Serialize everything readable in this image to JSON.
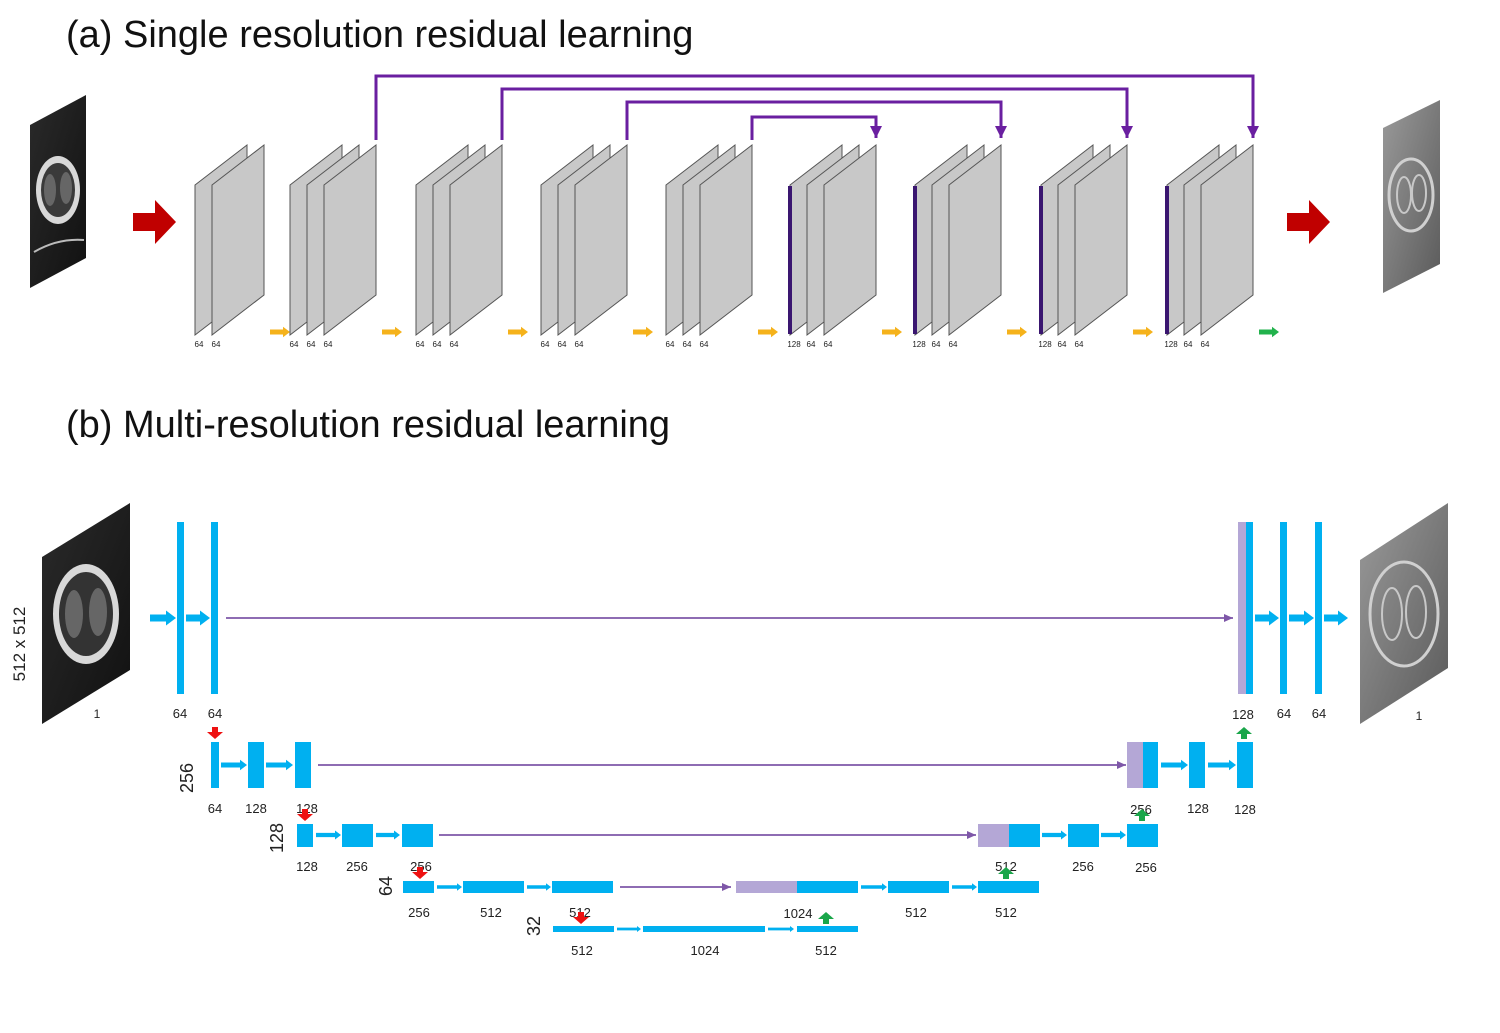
{
  "panel_a": {
    "title": "(a) Single resolution residual learning",
    "layers": [
      {
        "labels": [
          "64",
          "64"
        ]
      },
      {
        "labels": [
          "64",
          "64",
          "64"
        ]
      },
      {
        "labels": [
          "64",
          "64",
          "64"
        ]
      },
      {
        "labels": [
          "64",
          "64",
          "64"
        ]
      },
      {
        "labels": [
          "64",
          "64",
          "64"
        ]
      },
      {
        "labels": [
          "128",
          "64",
          "64"
        ]
      },
      {
        "labels": [
          "128",
          "64",
          "64"
        ]
      },
      {
        "labels": [
          "128",
          "64",
          "64"
        ]
      },
      {
        "labels": [
          "128",
          "64",
          "64"
        ]
      }
    ],
    "skip_connections": [
      [
        4,
        5
      ],
      [
        3,
        6
      ],
      [
        2,
        7
      ],
      [
        1,
        8
      ]
    ]
  },
  "panel_b": {
    "title": "(b) Multi-resolution residual learning",
    "size_labels": [
      "512 x 512",
      "256",
      "128",
      "64",
      "32"
    ],
    "input_label": "1",
    "output_label": "1",
    "level_labels": [
      [
        "64",
        "64",
        "128",
        "64",
        "64"
      ],
      [
        "64",
        "128",
        "128",
        "256",
        "128",
        "128"
      ],
      [
        "128",
        "256",
        "256",
        "512",
        "256",
        "256"
      ],
      [
        "256",
        "512",
        "512",
        "1024",
        "512",
        "512"
      ],
      [
        "512",
        "1024",
        "512"
      ]
    ]
  },
  "colors": {
    "block": "#00b0f0",
    "concat": "#b4a7d6",
    "skip": "#7e57a8",
    "skip_a": "#6a1fa0",
    "down_arrow": "#ee1111",
    "up_arrow": "#1aa64a",
    "input_arrow": "#c00000",
    "layer_arrow": "#f5b21b",
    "output_arrow": "#22b24c",
    "feature_map": "#c8c8c8"
  }
}
